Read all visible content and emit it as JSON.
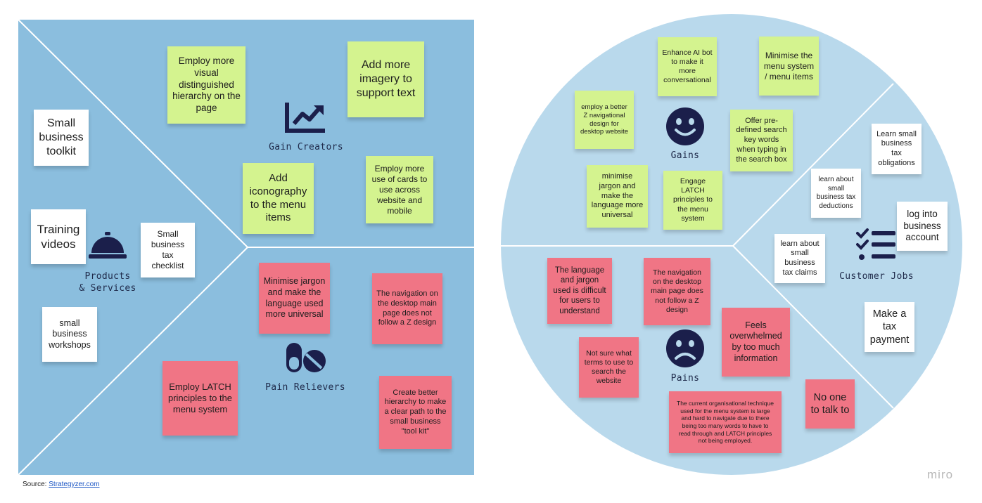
{
  "product_map": {
    "products_services": {
      "label": "Products\n& Services",
      "notes": [
        "Small business toolkit",
        "Training videos",
        "Small business tax checklist",
        "small business workshops"
      ]
    },
    "gain_creators": {
      "label": "Gain Creators",
      "notes": [
        "Employ more visual distinguished hierarchy on the page",
        "Add more imagery to support text",
        "Add iconography to the menu items",
        "Employ more use of cards to use across website and mobile"
      ]
    },
    "pain_relievers": {
      "label": "Pain Relievers",
      "notes": [
        "Minimise jargon and make the language used more universal",
        "The navigation on the desktop main page does not follow a Z design",
        "Employ LATCH principles to the menu system",
        "Create better hierarchy to make a clear path to the small business \"tool kit\""
      ]
    }
  },
  "customer_profile": {
    "gains": {
      "label": "Gains",
      "notes": [
        "Enhance AI bot to make it more conversational",
        "Minimise the menu system / menu items",
        "employ a better Z navigational design for desktop website",
        "Offer pre-defined search key words when typing in the search box",
        "minimise jargon and make the language more universal",
        "Engage LATCH principles to the menu system"
      ]
    },
    "customer_jobs": {
      "label": "Customer Jobs",
      "notes": [
        "Learn small business tax obligations",
        "learn about small business tax deductions",
        "log into business account",
        "learn about small business tax claims",
        "Make a tax payment"
      ]
    },
    "pains": {
      "label": "Pains",
      "notes": [
        "The language and jargon used is difficult for users to understand",
        "The navigation on the desktop main page does not follow a Z design",
        "Feels overwhelmed by too much information",
        "Not sure what terms to use to search the website",
        "No one to talk to",
        "The current organisational technique used for the menu system is large and hard to navigate due to there being too many words to have to read through and LATCH principles not being employed."
      ]
    }
  },
  "footer": {
    "source_prefix": "Source: ",
    "source_link": "Strategyzer.com",
    "brand": "miro"
  },
  "icons": {
    "products_services": "service-bell-icon",
    "gain_creators": "trending-up-chart-icon",
    "pain_relievers": "pills-icon",
    "gains": "smiley-face-icon",
    "pains": "sad-face-icon",
    "customer_jobs": "checklist-icon"
  },
  "colors": {
    "square_bg": "#8bbede",
    "circle_bg": "#b9d9ec",
    "note_white": "#ffffff",
    "note_green": "#d4f38f",
    "note_red": "#f07585",
    "label_text": "#1f2a4a"
  }
}
